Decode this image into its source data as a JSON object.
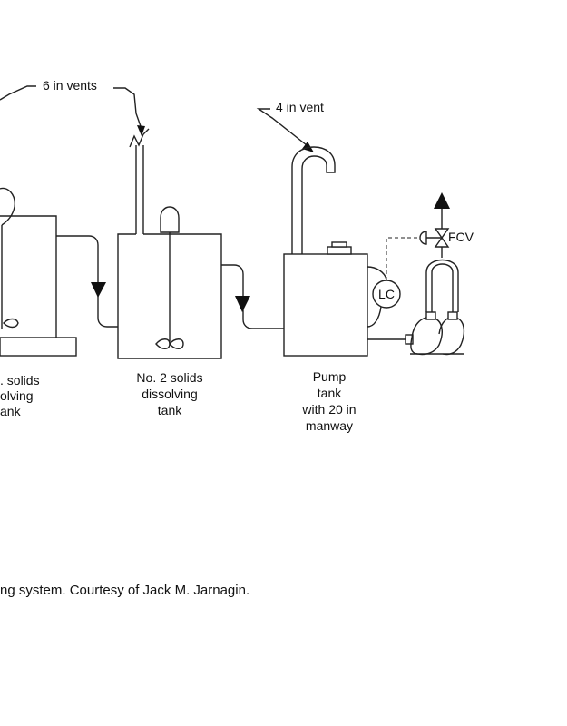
{
  "labels": {
    "vents_6in": "6 in vents",
    "vent_4in": "4 in vent",
    "fcv": "FCV",
    "lc": "LC"
  },
  "tank1_label": [
    ". solids",
    "olving",
    "ank"
  ],
  "tank2_label": [
    "No. 2 solids",
    "dissolving",
    "tank"
  ],
  "pump_tank_label": [
    "Pump",
    "tank",
    "with 20 in",
    "manway"
  ],
  "caption": "ng system. Courtesy of Jack M. Jarnagin."
}
